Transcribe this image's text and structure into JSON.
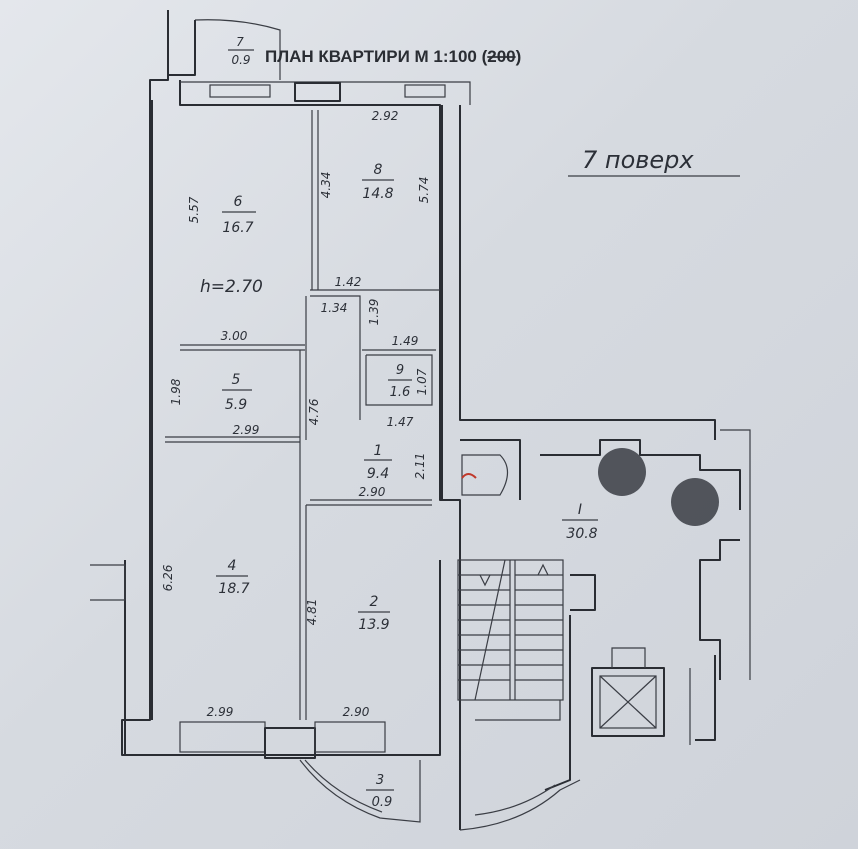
{
  "title": {
    "prefix": "ПЛАН КВАРТИРИ М 1:100 (",
    "struck": "200",
    "suffix": ")"
  },
  "floor_note": "7 поверх",
  "ceiling_height": "h=2.70",
  "rooms": [
    {
      "id": "room-6",
      "number": "6",
      "area": "16.7"
    },
    {
      "id": "room-8",
      "number": "8",
      "area": "14.8"
    },
    {
      "id": "room-5",
      "number": "5",
      "area": "5.9"
    },
    {
      "id": "room-9",
      "number": "9",
      "area": "1.6"
    },
    {
      "id": "room-1",
      "number": "1",
      "area": "9.4"
    },
    {
      "id": "room-4",
      "number": "4",
      "area": "18.7"
    },
    {
      "id": "room-2",
      "number": "2",
      "area": "13.9"
    },
    {
      "id": "room-7",
      "number": "7",
      "area": "0.9"
    },
    {
      "id": "room-3",
      "number": "3",
      "area": "0.9"
    },
    {
      "id": "room-I",
      "number": "I",
      "area": "30.8"
    }
  ],
  "dimensions": [
    "2.92",
    "5.57",
    "4.34",
    "5.74",
    "1.42",
    "1.34",
    "1.39",
    "3.00",
    "1.49",
    "1.98",
    "4.76",
    "1.07",
    "2.99",
    "1.47",
    "2.11",
    "2.90",
    "6.26",
    "4.81",
    "2.99",
    "2.90"
  ]
}
